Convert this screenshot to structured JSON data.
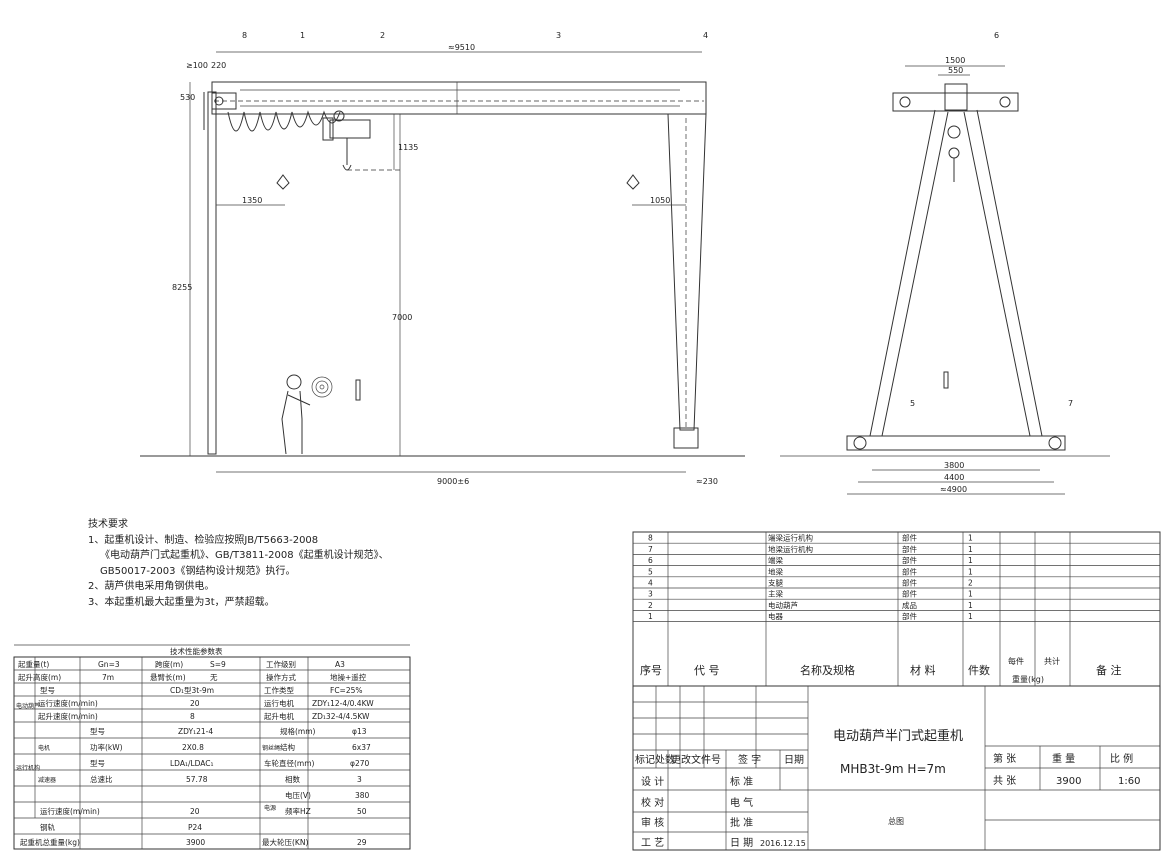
{
  "front_view": {
    "callouts": [
      "8",
      "1",
      "2",
      "3",
      "4"
    ],
    "dims": {
      "gt100": "≥100",
      "d220": "220",
      "d530": "530",
      "span": "≈9510",
      "d1135": "1135",
      "d1350": "1350",
      "d1050": "1050",
      "d8255": "8255",
      "d7000": "7000",
      "rail": "9000±6",
      "d230": "≈230"
    }
  },
  "side_view": {
    "callouts": [
      "6",
      "5",
      "7"
    ],
    "dims": {
      "d1500": "1500",
      "d550": "550",
      "d3800": "3800",
      "d4400": "4400",
      "d4900": "≈4900"
    }
  },
  "tech_requirements": {
    "title": "技术要求",
    "lines": [
      "1、起重机设计、制造、检验应按照JB/T5663-2008",
      "《电动葫芦门式起重机》、GB/T3811-2008《起重机设计规范》、",
      "GB50017-2003《钢结构设计规范》执行。",
      "2、葫芦供电采用角钢供电。",
      "3、本起重机最大起重量为3t，严禁超载。"
    ]
  },
  "params_table": {
    "title": "技术性能参数表",
    "r1": [
      "起重量(t)",
      "Gn=3",
      "跨度(m)",
      "S=9",
      "工作级别",
      "A3"
    ],
    "r2": [
      "起升高度(m)",
      "7m",
      "悬臂长(m)",
      "无",
      "操作方式",
      "地操+遥控"
    ],
    "hoist_group": "电动葫芦",
    "hoist_rows": [
      [
        "型号",
        "CD₁型3t-9m",
        "工作类型",
        "FC=25%"
      ],
      [
        "运行速度(m/min)",
        "20",
        "运行电机",
        "ZDY₁12-4/0.4KW"
      ],
      [
        "起升速度(m/min)",
        "8",
        "起升电机",
        "ZD₁32-4/4.5KW"
      ]
    ],
    "travel_group": "运行机构",
    "motor_group": "电机",
    "reducer_group": "减速器",
    "travel_rows": [
      [
        "型号",
        "ZDY₁21-4"
      ],
      [
        "功率(kW)",
        "2X0.8"
      ],
      [
        "型号",
        "LDA₁/LDAC₁"
      ],
      [
        "总速比",
        "57.78"
      ]
    ],
    "rope_group": "钢丝绳",
    "rope_rows": [
      [
        "规格(mm)",
        "φ13"
      ],
      [
        "结构",
        "6x37"
      ]
    ],
    "wheel": [
      "车轮直径(mm)",
      "φ270"
    ],
    "power_group": "电源",
    "power_rows": [
      [
        "相数",
        "3"
      ],
      [
        "电压(V)",
        "380"
      ],
      [
        "频率HZ",
        "50"
      ]
    ],
    "tail_rows": [
      [
        "运行速度(m/min)",
        "20"
      ],
      [
        "钢轨",
        "P24"
      ],
      [
        "起重机总重量(kg)",
        "3900",
        "最大轮压(KN)",
        "29"
      ]
    ]
  },
  "bom": {
    "rows": [
      [
        "8",
        "",
        "端梁运行机构",
        "部件",
        "1",
        "",
        "",
        ""
      ],
      [
        "7",
        "",
        "地梁运行机构",
        "部件",
        "1",
        "",
        "",
        ""
      ],
      [
        "6",
        "",
        "端梁",
        "部件",
        "1",
        "",
        "",
        ""
      ],
      [
        "5",
        "",
        "地梁",
        "部件",
        "1",
        "",
        "",
        ""
      ],
      [
        "4",
        "",
        "支腿",
        "部件",
        "2",
        "",
        "",
        ""
      ],
      [
        "3",
        "",
        "主梁",
        "部件",
        "1",
        "",
        "",
        ""
      ],
      [
        "2",
        "",
        "电动葫芦",
        "成品",
        "1",
        "",
        "",
        ""
      ],
      [
        "1",
        "",
        "电器",
        "部件",
        "1",
        "",
        "",
        ""
      ]
    ],
    "header": [
      "序号",
      "代 号",
      "名称及规格",
      "材 料",
      "件数",
      "每件",
      "共计",
      "重量(kg)",
      "备 注"
    ]
  },
  "title_block": {
    "title": "电动葫芦半门式起重机",
    "model": "MHB3t-9m H=7m",
    "drawing_name": "总图",
    "rev_header": [
      "标记",
      "处数",
      "更改文件号",
      "签 字",
      "日期"
    ],
    "roles": [
      "设 计",
      "校 对",
      "审 核",
      "工 艺"
    ],
    "roles2": [
      "标 准",
      "电 气",
      "批 准",
      "日 期"
    ],
    "sheet_label": "第 张",
    "total_label": "共 张",
    "weight_label": "重 量",
    "weight": "3900",
    "scale_label": "比 例",
    "scale": "1:60",
    "date_sig": "2016.12.15"
  }
}
